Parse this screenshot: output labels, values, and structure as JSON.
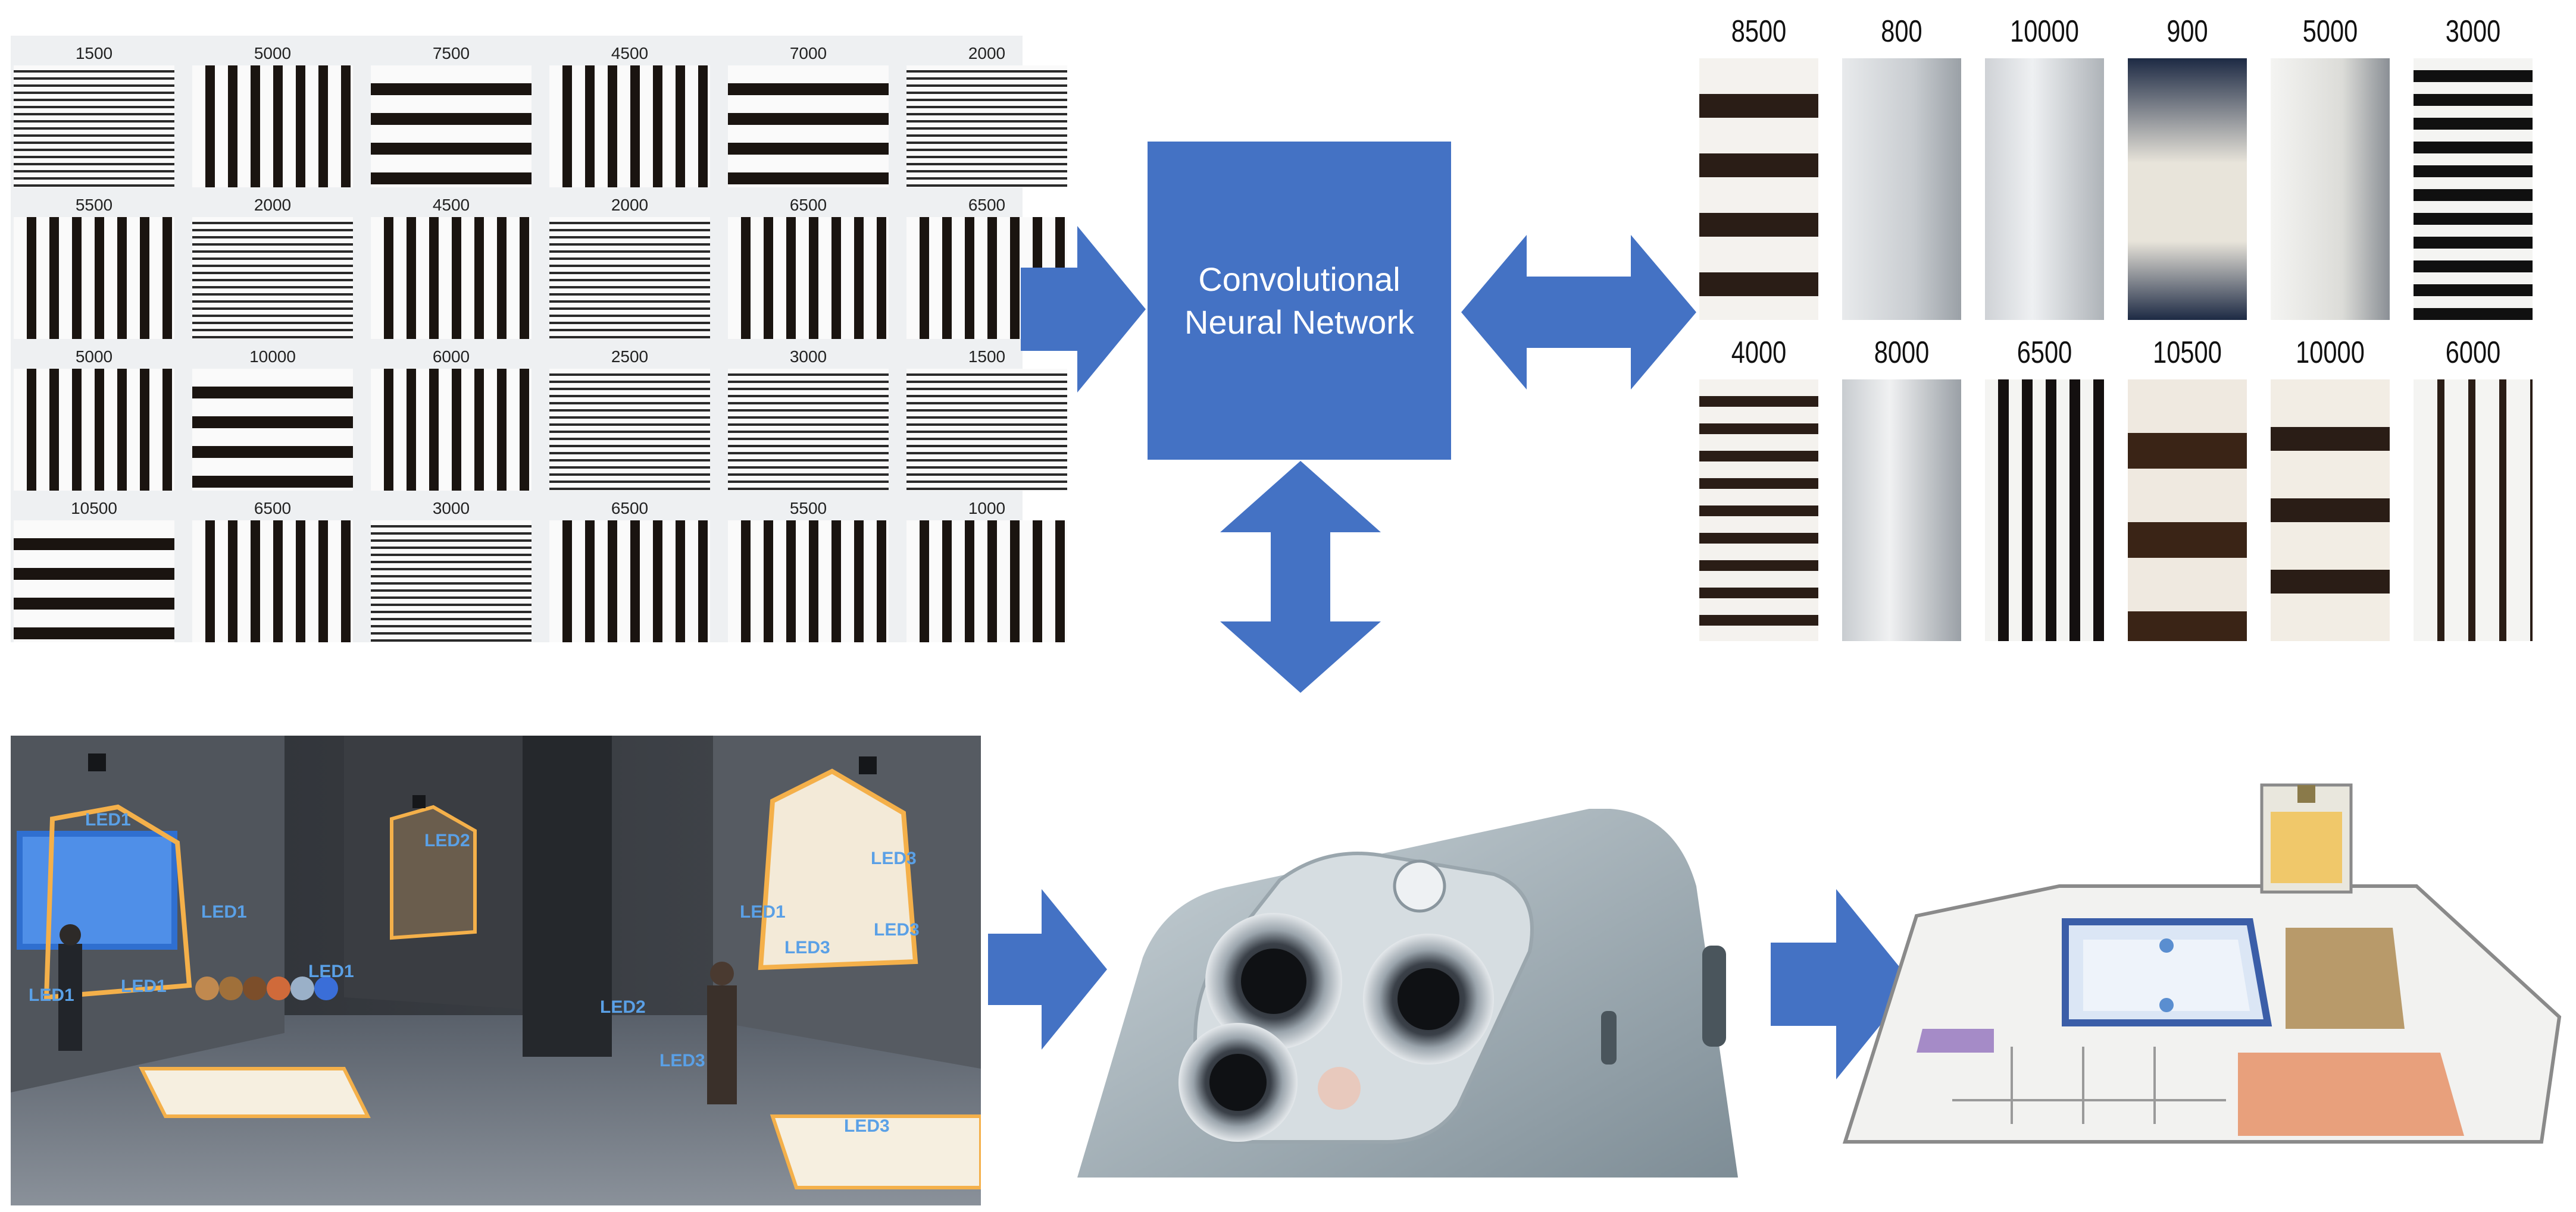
{
  "cnn": {
    "label": "Convolutional\nNeural Network"
  },
  "training_labels": [
    [
      "1500",
      "5000",
      "7500",
      "4500",
      "7000",
      "2000"
    ],
    [
      "5500",
      "2000",
      "4500",
      "2000",
      "6500",
      "6500"
    ],
    [
      "5000",
      "10000",
      "6000",
      "2500",
      "3000",
      "1500"
    ],
    [
      "10500",
      "6500",
      "3000",
      "6500",
      "5500",
      "1000"
    ]
  ],
  "test_labels": [
    [
      "8500",
      "800",
      "10000",
      "900",
      "5000",
      "3000"
    ],
    [
      "4000",
      "8000",
      "6500",
      "10500",
      "10000",
      "6000"
    ]
  ],
  "scene_labels": [
    "LED1",
    "LED2",
    "LED3",
    "LED1",
    "LED1",
    "LED1",
    "LED1",
    "LED3",
    "LED1",
    "LED2",
    "LED3",
    "LED3",
    "LED3"
  ],
  "colors": {
    "accent": "#4472c4",
    "stripe_dark": "#1a1410",
    "background": "#ffffff"
  }
}
